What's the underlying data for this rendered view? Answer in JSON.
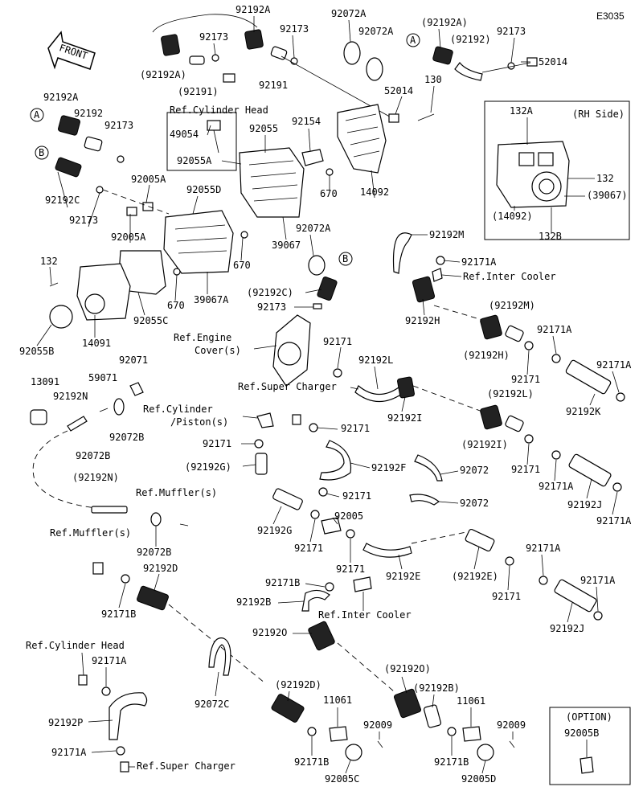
{
  "diagram_code": "E3035",
  "front_label": "FRONT",
  "rh_side_label": "(RH Side)",
  "option_label": "(OPTION)",
  "markers": [
    "A",
    "B"
  ],
  "labels": {
    "l_92192A_top": "92192A",
    "l_92072A_top": "92072A",
    "l_p92192A_top": "(92192A)",
    "l_92173_a": "92173",
    "l_92173_b": "92173",
    "l_92072A_b": "92072A",
    "l_p92192": "(92192)",
    "l_92173_c": "92173",
    "l_p92192A_left": "(92192A)",
    "l_p92191": "(92191)",
    "l_92191": "92191",
    "l_52014_a": "52014",
    "l_52014_b": "52014",
    "l_130": "130",
    "l_ref_cyl_head_top": "Ref.Cylinder Head",
    "l_92192A_left": "92192A",
    "l_92192": "92192",
    "l_92173_d": "92173",
    "l_49054": "49054",
    "l_92055": "92055",
    "l_92154": "92154",
    "l_92055A": "92055A",
    "l_132A": "132A",
    "l_132_rh": "132",
    "l_p39067": "(39067)",
    "l_p14092": "(14092)",
    "l_132B": "132B",
    "l_92192C": "92192C",
    "l_92005A_a": "92005A",
    "l_92055D": "92055D",
    "l_92173_e": "92173",
    "l_92005A_b": "92005A",
    "l_670_a": "670",
    "l_14092": "14092",
    "l_39067": "39067",
    "l_670_b": "670",
    "l_92072A_mid": "92072A",
    "l_132": "132",
    "l_670_c": "670",
    "l_39067A": "39067A",
    "l_92055C": "92055C",
    "l_14091": "14091",
    "l_92055B": "92055B",
    "l_92192M": "92192M",
    "l_92171A_a": "92171A",
    "l_ref_inter_cooler_a": "Ref.Inter Cooler",
    "l_p92192C": "(92192C)",
    "l_92173_f": "92173",
    "l_92192H": "92192H",
    "l_ref_engine_cover": "Ref.Engine",
    "l_ref_engine_cover2": "Cover(s)",
    "l_p92192M": "(92192M)",
    "l_92171A_b": "92171A",
    "l_p92192H": "(92192H)",
    "l_92171_a": "92171",
    "l_92171A_c": "92171A",
    "l_13091": "13091",
    "l_59071": "59071",
    "l_92071": "92071",
    "l_92192N": "92192N",
    "l_92171_b": "92171",
    "l_92192L": "92192L",
    "l_ref_super_charger_a": "Ref.Super Charger",
    "l_92192K": "92192K",
    "l_92192I": "92192I",
    "l_p92192L": "(92192L)",
    "l_ref_cyl_piston": "Ref.Cylinder",
    "l_ref_cyl_piston2": "/Piston(s)",
    "l_92072B_a": "92072B",
    "l_92072B_b": "92072B",
    "l_92171_c": "92171",
    "l_92171_d": "92171",
    "l_p92192I": "(92192I)",
    "l_92171_e": "92171",
    "l_p92192G": "(92192G)",
    "l_92192F": "92192F",
    "l_92072_a": "92072",
    "l_92171A_d": "92171A",
    "l_p92192N": "(92192N)",
    "l_ref_muffler_a": "Ref.Muffler(s)",
    "l_92171_f": "92171",
    "l_92072_b": "92072",
    "l_92192J_a": "92192J",
    "l_92005": "92005",
    "l_92192G": "92192G",
    "l_92171A_e": "92171A",
    "l_ref_muffler_b": "Ref.Muffler(s)",
    "l_92072B_c": "92072B",
    "l_92171_g": "92171",
    "l_92171_h": "92171",
    "l_92192E": "92192E",
    "l_p92192E": "(92192E)",
    "l_92171A_f": "92171A",
    "l_92192D": "92192D",
    "l_92171B_a": "92171B",
    "l_92171_i": "92171",
    "l_92171A_g": "92171A",
    "l_92171B_b": "92171B",
    "l_92192B": "92192B",
    "l_ref_inter_cooler_b": "Ref.Inter Cooler",
    "l_92192J_b": "92192J",
    "l_92192O": "92192O",
    "l_ref_cyl_head_b": "Ref.Cylinder Head",
    "l_92171A_h": "92171A",
    "l_p92192O": "(92192O)",
    "l_p92192D": "(92192D)",
    "l_p92192B": "(92192B)",
    "l_11061_a": "11061",
    "l_11061_b": "11061",
    "l_92072C": "92072C",
    "l_92009_a": "92009",
    "l_92009_b": "92009",
    "l_92192P": "92192P",
    "l_92005B": "92005B",
    "l_92171B_c": "92171B",
    "l_92171B_d": "92171B",
    "l_92171A_i": "92171A",
    "l_ref_super_charger_b": "Ref.Super Charger",
    "l_92005C": "92005C",
    "l_92005D": "92005D"
  }
}
